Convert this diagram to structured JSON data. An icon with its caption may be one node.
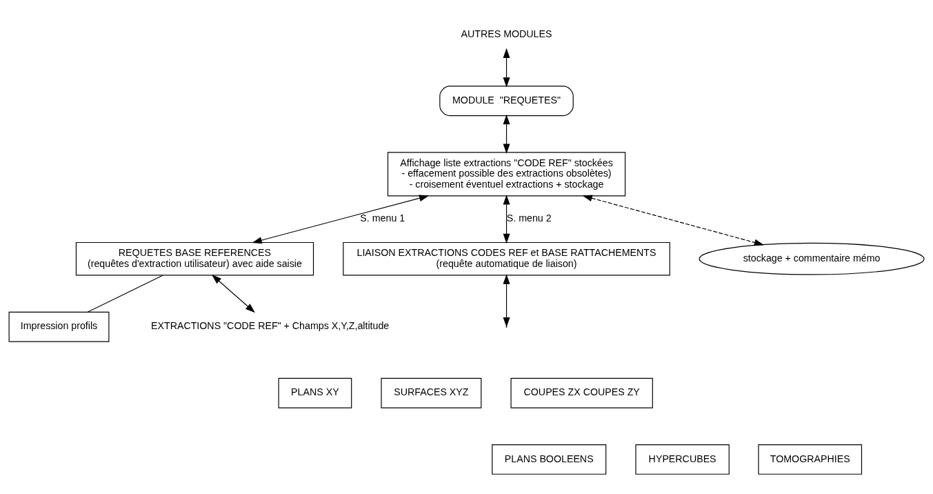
{
  "diagram": {
    "nodes": [
      {
        "text": [
          "AUTRES MODULES"
        ]
      },
      {
        "text": [
          "MODULE  \"REQUETES\""
        ]
      },
      {
        "text": [
          "Affichage liste extractions \"CODE REF\" stockées",
          "- effacement possible des extractions obsolètes)",
          "- croisement éventuel extractions + stockage"
        ]
      },
      {
        "text": [
          "REQUETES BASE REFERENCES",
          "(requêtes d'extraction utilisateur) avec aide saisie"
        ]
      },
      {
        "text": [
          "LIAISON EXTRACTIONS CODES REF et BASE RATTACHEMENTS",
          "(requête automatique de liaison)"
        ]
      },
      {
        "text": [
          "Impression profils"
        ]
      },
      {
        "text": [
          "EXTRACTIONS \"CODE REF\" + Champs X,Y,Z,altitude"
        ]
      },
      {
        "text": [
          "stockage + commentaire mémo"
        ]
      },
      {
        "text": [
          "PLANS XY"
        ]
      },
      {
        "text": [
          "SURFACES XYZ"
        ]
      },
      {
        "text": [
          "COUPES ZX COUPES ZY"
        ]
      },
      {
        "text": [
          "PLANS BOOLEENS"
        ]
      },
      {
        "text": [
          "HYPERCUBES"
        ]
      },
      {
        "text": [
          "TOMOGRAPHIES"
        ]
      }
    ],
    "edges": [
      {
        "from": 0,
        "to": 1,
        "arrow": "both"
      },
      {
        "from": 1,
        "to": 2,
        "arrow": "both"
      },
      {
        "from": 2,
        "to": 3,
        "arrow": "both",
        "label": "S. menu 1"
      },
      {
        "from": 2,
        "to": 4,
        "arrow": "both",
        "label": "S. menu 2"
      },
      {
        "from": 3,
        "to": 5,
        "arrow": "none"
      },
      {
        "from": 3,
        "to": 6,
        "arrow": "both"
      },
      {
        "from": 2,
        "to": 7,
        "arrow": "both",
        "style": "dashed"
      },
      {
        "from": 4,
        "to": null,
        "arrow": "both"
      }
    ]
  }
}
